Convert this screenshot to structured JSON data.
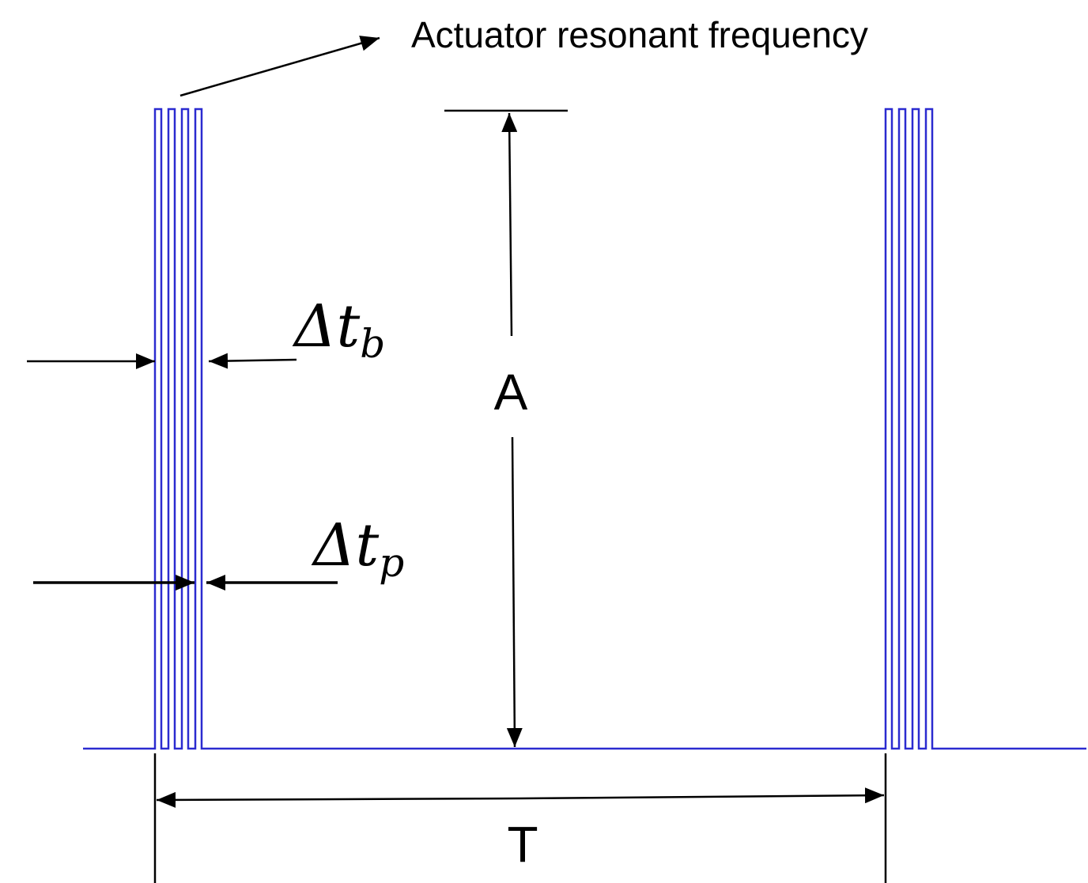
{
  "diagram": {
    "annotation": "Actuator resonant frequency",
    "labels": {
      "burst_width": {
        "symbol": "Δt",
        "subscript": "b"
      },
      "pulse_width": {
        "symbol": "Δt",
        "subscript": "p"
      },
      "amplitude": "A",
      "period": "T"
    },
    "signal": {
      "pulses_per_burst": 4,
      "bursts_visible": 2,
      "color": "#2b2bd0"
    },
    "colors": {
      "annotation": "#000000",
      "signal": "#2b2bd0"
    }
  }
}
